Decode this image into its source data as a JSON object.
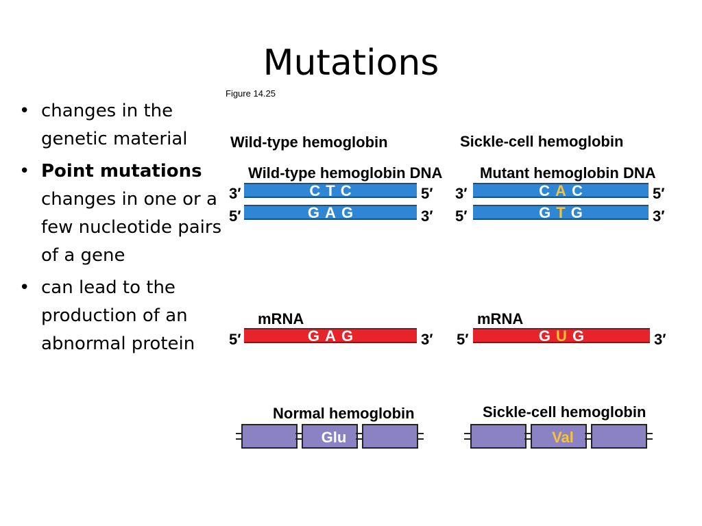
{
  "title": "Mutations",
  "figure_label": "Figure 14.25",
  "bullets": [
    {
      "text": "changes in the genetic material"
    },
    {
      "bold": "Point mutations",
      "text": " changes in one or a few nucleotide pairs of a gene"
    },
    {
      "text": "can lead to the production of an abnormal protein"
    }
  ],
  "diagram": {
    "wild_type": {
      "heading": "Wild-type hemoglobin",
      "dna_label": "Wild-type hemoglobin DNA",
      "top_strand": {
        "left_end": "3′",
        "right_end": "5′",
        "bases": [
          "C",
          "T",
          "C"
        ]
      },
      "bottom_strand": {
        "left_end": "5′",
        "right_end": "3′",
        "bases": [
          "G",
          "A",
          "G"
        ]
      },
      "mrna_label": "mRNA",
      "mrna": {
        "left_end": "5′",
        "right_end": "3′",
        "bases": [
          "G",
          "A",
          "G"
        ]
      },
      "protein_label": "Normal hemoglobin",
      "amino_acid": "Glu"
    },
    "mutant": {
      "heading": "Sickle-cell hemoglobin",
      "dna_label": "Mutant hemoglobin DNA",
      "top_strand": {
        "left_end": "3′",
        "right_end": "5′",
        "bases": [
          "C",
          "A",
          "C"
        ]
      },
      "bottom_strand": {
        "left_end": "5′",
        "right_end": "3′",
        "bases": [
          "G",
          "T",
          "G"
        ]
      },
      "mrna_label": "mRNA",
      "mrna": {
        "left_end": "5′",
        "right_end": "3′",
        "bases": [
          "G",
          "U",
          "G"
        ]
      },
      "protein_label": "Sickle-cell hemoglobin",
      "amino_acid": "Val"
    },
    "colors": {
      "dna_strand": "#2e86d4",
      "mrna_strand": "#e8242b",
      "amino_acid_box": "#8a82c3",
      "mutation_highlight": "#f7c238"
    }
  }
}
